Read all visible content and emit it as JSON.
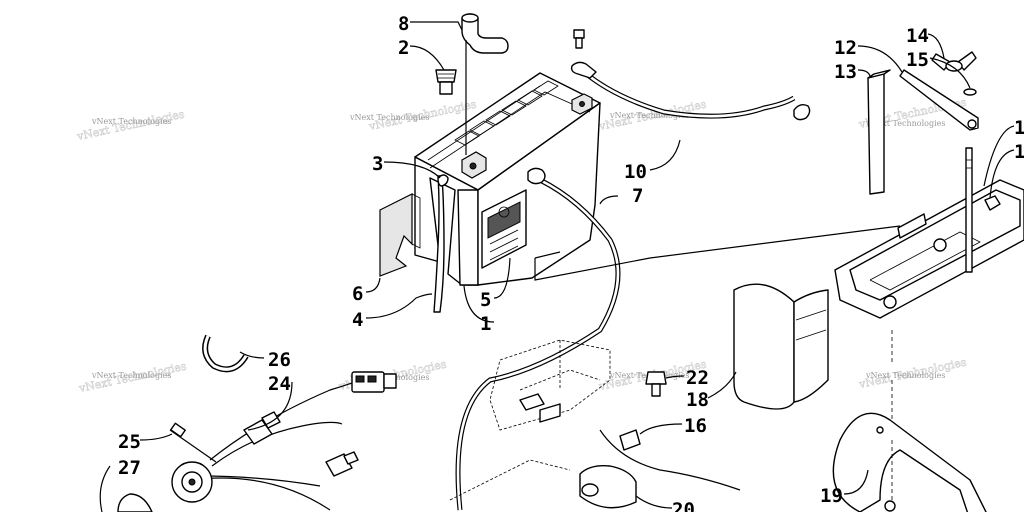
{
  "diagram": {
    "watermark_text": "vNext Technologies",
    "callouts": [
      {
        "id": "c8",
        "label": "8"
      },
      {
        "id": "c2",
        "label": "2"
      },
      {
        "id": "c3",
        "label": "3"
      },
      {
        "id": "c6",
        "label": "6"
      },
      {
        "id": "c4",
        "label": "4"
      },
      {
        "id": "c5",
        "label": "5"
      },
      {
        "id": "c1",
        "label": "1"
      },
      {
        "id": "c7",
        "label": "7"
      },
      {
        "id": "c10",
        "label": "10"
      },
      {
        "id": "c12",
        "label": "12"
      },
      {
        "id": "c13",
        "label": "13"
      },
      {
        "id": "c14",
        "label": "14"
      },
      {
        "id": "c15",
        "label": "15"
      },
      {
        "id": "c11a",
        "label": "1"
      },
      {
        "id": "c11b",
        "label": "1"
      },
      {
        "id": "c26",
        "label": "26"
      },
      {
        "id": "c24",
        "label": "24"
      },
      {
        "id": "c25",
        "label": "25"
      },
      {
        "id": "c27",
        "label": "27"
      },
      {
        "id": "c22",
        "label": "22"
      },
      {
        "id": "c18",
        "label": "18"
      },
      {
        "id": "c16",
        "label": "16"
      },
      {
        "id": "c19",
        "label": "19"
      },
      {
        "id": "c20",
        "label": "20"
      }
    ]
  }
}
